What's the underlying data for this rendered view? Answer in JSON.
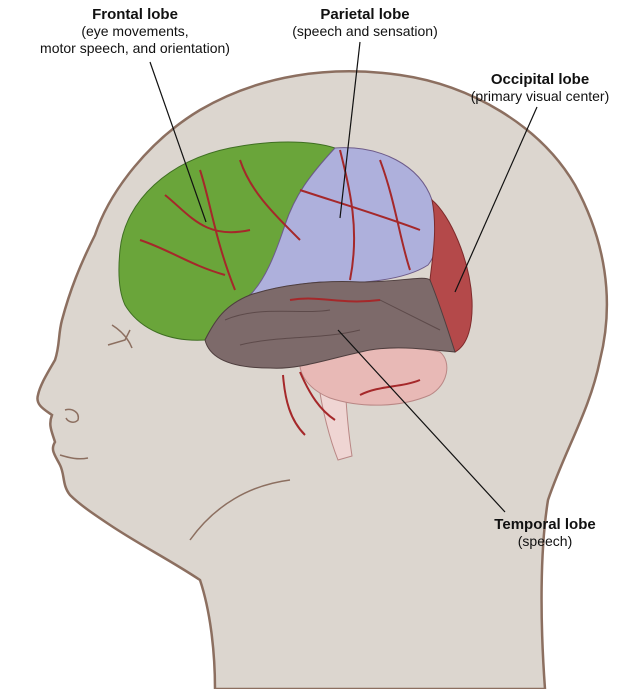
{
  "labels": {
    "frontal": {
      "title": "Frontal lobe",
      "desc1": "(eye movements,",
      "desc2": "motor speech, and orientation)"
    },
    "parietal": {
      "title": "Parietal lobe",
      "desc1": "(speech and sensation)"
    },
    "occipital": {
      "title": "Occipital lobe",
      "desc1": "(primary visual center)"
    },
    "temporal": {
      "title": "Temporal lobe",
      "desc1": "(speech)"
    }
  },
  "colors": {
    "head_fill": "#dcd6cf",
    "head_outline": "#8c6f60",
    "frontal": "#6aa53a",
    "parietal": "#aeb0dc",
    "occipital": "#b4494a",
    "temporal": "#7d6a6a",
    "cerebellum": "#e8b9b6",
    "vessels": "#a5282a"
  }
}
